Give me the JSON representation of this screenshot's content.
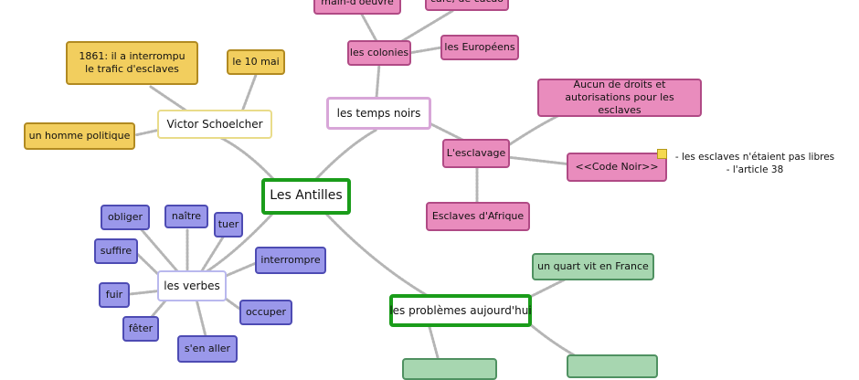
{
  "map": {
    "center": "Les Antilles",
    "temps_noirs": {
      "label": "les temps noirs",
      "colonies": "les colonies",
      "main_doeuvre": "main-d'oeuvre",
      "cafe_cacao": "café, de cacao",
      "europeens": "les Européens",
      "esclavage": "L'esclavage",
      "aucun_droits": "Aucun de droits et autorisations pour les esclaves",
      "code_noir": "<<Code Noir>>",
      "esclaves_afrique": "Esclaves d'Afrique",
      "note_line1": "- les esclaves n'étaient pas libres",
      "note_line2": "- l'article 38"
    },
    "schoelcher": {
      "label": "Victor Schoelcher",
      "date_1861": "1861: il a interrompu le trafic d'esclaves",
      "le_10_mai": "le 10 mai",
      "homme_politique": "un homme politique"
    },
    "verbes": {
      "label": "les verbes",
      "items": [
        "obliger",
        "naître",
        "tuer",
        "suffire",
        "interrompre",
        "fuir",
        "occuper",
        "fêter",
        "s'en aller"
      ]
    },
    "problemes": {
      "label": "les problèmes aujourd'hui",
      "quart": "un quart vit en France"
    }
  },
  "colors": {
    "pink": "#e98cbd",
    "yellow": "#f2ce5e",
    "blue": "#9a98ea",
    "green": "#a7d6b0",
    "center_border": "#1a9c1a",
    "connector": "#b5b5b5"
  }
}
